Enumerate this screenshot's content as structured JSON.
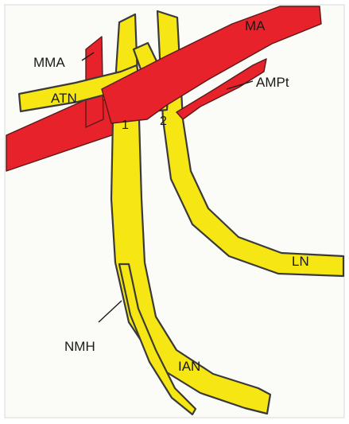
{
  "labels": {
    "ma": "MA",
    "mma": "MMA",
    "ampt": "AMPt",
    "atn": "ATN",
    "one": "1",
    "two": "2",
    "ln": "LN",
    "nmh": "NMH",
    "ian": "IAN"
  },
  "colors": {
    "nerve": "#f6e614",
    "artery": "#e8222b",
    "background": "#ffffff",
    "paper": "#fbfbf8"
  }
}
